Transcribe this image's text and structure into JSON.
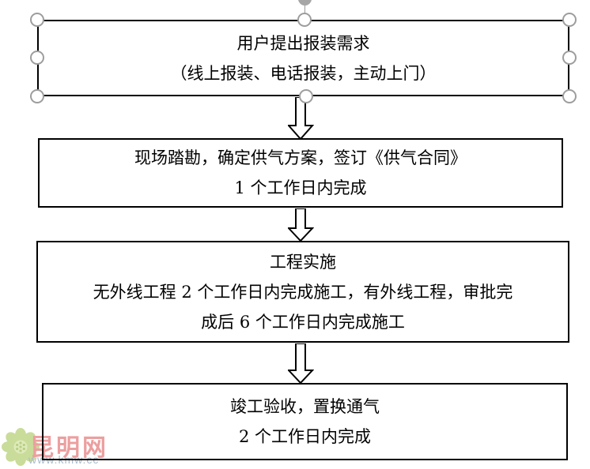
{
  "flowchart": {
    "title_implicit": "gas installation service process",
    "connector_style": "hollow-down-block-arrow",
    "boxes": [
      {
        "id": "request",
        "selected": true,
        "lines": [
          "用户提出报装需求",
          "（线上报装、电话报装，主动上门）"
        ]
      },
      {
        "id": "survey",
        "selected": false,
        "lines": [
          "现场踏勘，确定供气方案，签订《供气合同》",
          "1 个工作日内完成"
        ]
      },
      {
        "id": "construction",
        "selected": false,
        "lines": [
          "工程实施",
          "无外线工程 2 个工作日内完成施工，有外线工程，审批完",
          "成后 6 个工作日内完成施工"
        ]
      },
      {
        "id": "acceptance",
        "selected": false,
        "lines": [
          "竣工验收，置换通气",
          "2 个工作日内完成"
        ]
      }
    ]
  },
  "watermark": {
    "site_name": "昆明网",
    "site_url": "www.kmw.cc"
  },
  "colors": {
    "box_border": "#000000",
    "box_fill": "#ffffff",
    "selection_handle_stroke": "#9d9d9d",
    "rotation_handle_fill": "#a6a6a6",
    "watermark_name": "#ec9f9f",
    "watermark_url": "#a9bcc9",
    "flower_petal": "#c9dc9a",
    "flower_center": "#dfeab9"
  }
}
